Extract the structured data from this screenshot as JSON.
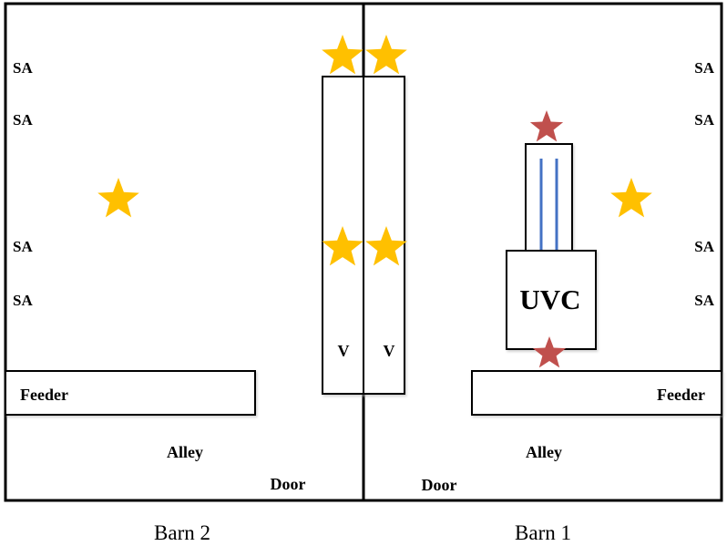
{
  "barn_labels": {
    "left": "Barn 2",
    "right": "Barn 1"
  },
  "stall_area_label": "SA",
  "ventilator_label": "V",
  "uvc_label": "UVC",
  "feeder_label": "Feeder",
  "alley_label": "Alley",
  "door_label": "Door",
  "colors": {
    "outline": "#000000",
    "yellow_star": "#FFC000",
    "red_star": "#C0504D",
    "uv_lamp": "#4472C4"
  }
}
